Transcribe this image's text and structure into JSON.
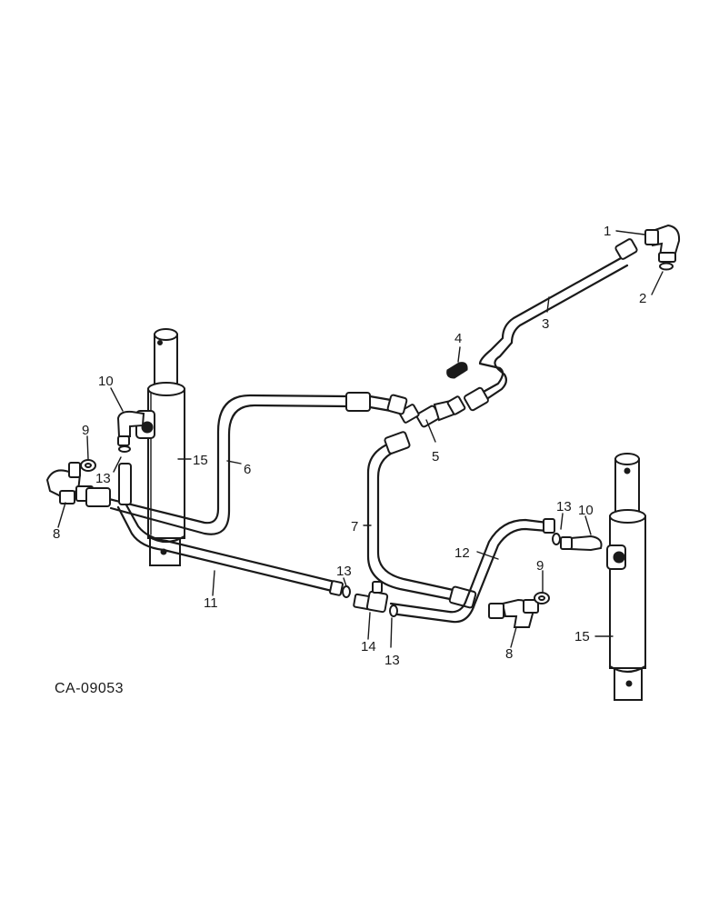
{
  "diagram": {
    "code": "CA-09053",
    "callouts": [
      "1",
      "2",
      "3",
      "4",
      "5",
      "6",
      "7",
      "8",
      "8",
      "9",
      "9",
      "10",
      "10",
      "11",
      "12",
      "13",
      "13",
      "13",
      "13",
      "14",
      "15",
      "15"
    ]
  }
}
